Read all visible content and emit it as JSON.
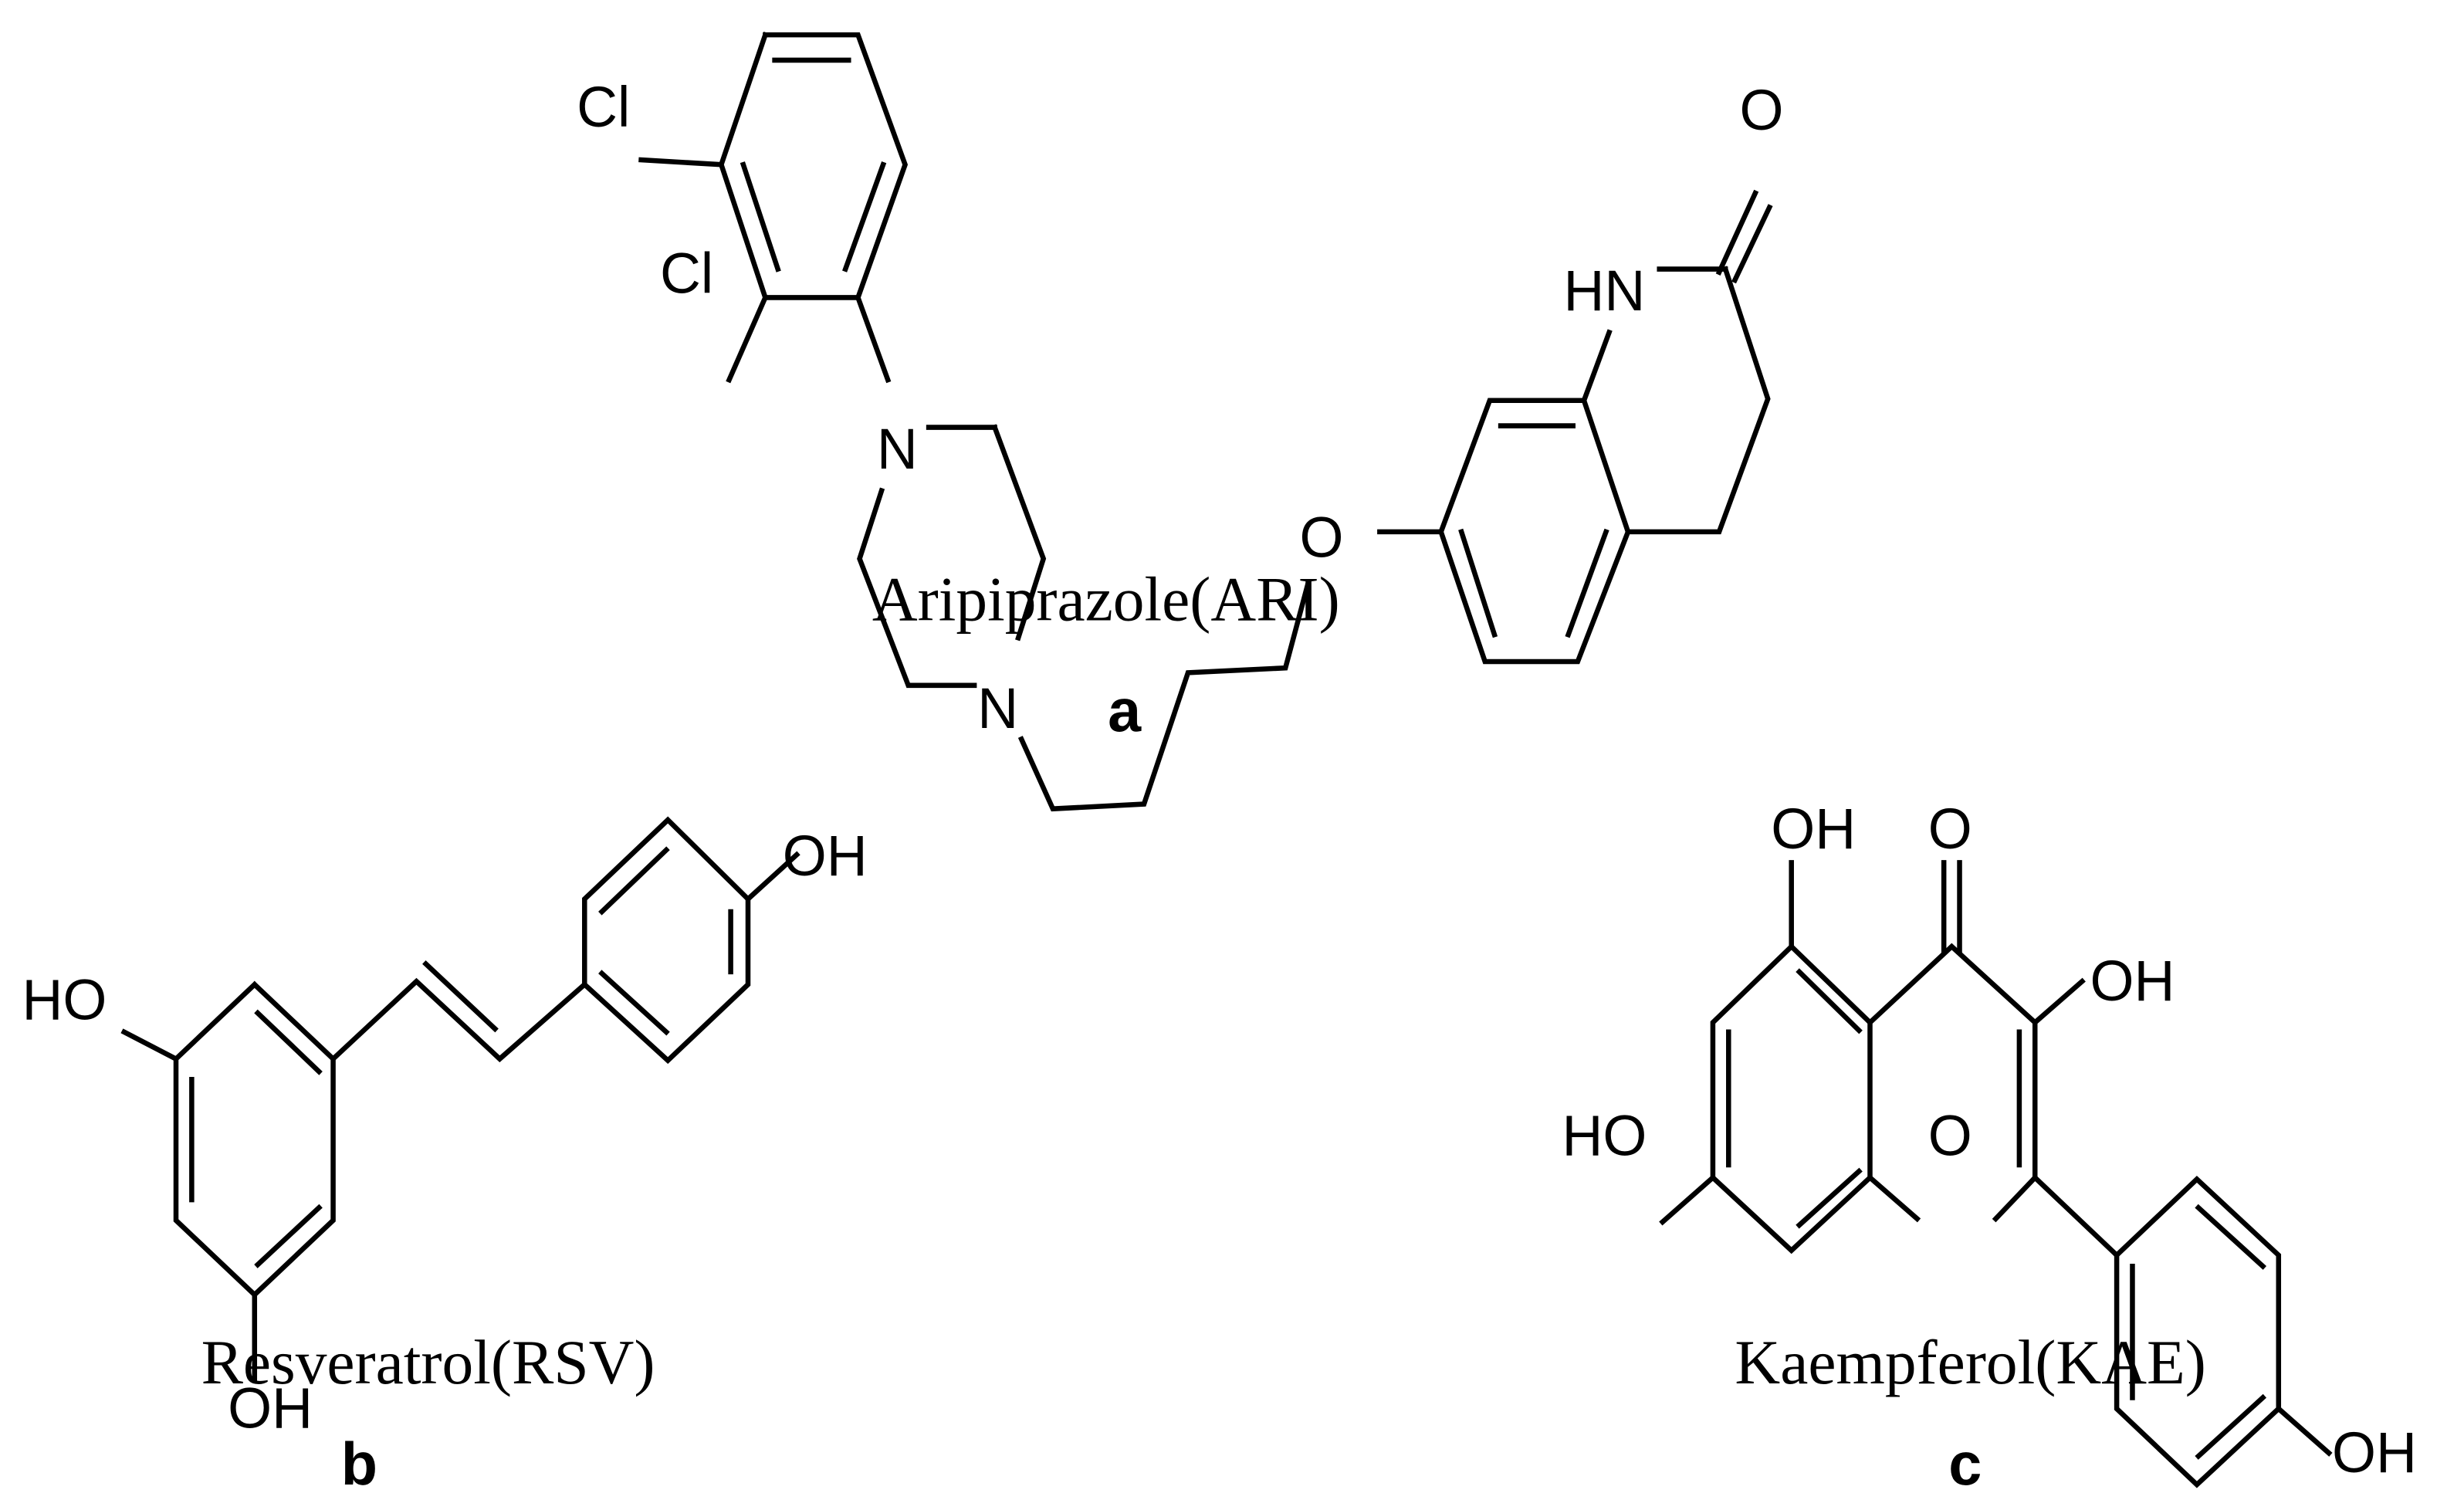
{
  "figure": {
    "panels": [
      {
        "label": "a",
        "compound_name": "Aripiprazole(ARI)",
        "atom_labels": [
          "Cl",
          "Cl",
          "N",
          "N",
          "O",
          "HN",
          "O"
        ]
      },
      {
        "label": "b",
        "compound_name": "Resveratrol(RSV)",
        "atom_labels": [
          "HO",
          "OH",
          "OH"
        ]
      },
      {
        "label": "c",
        "compound_name": "Kaempferol(KAE)",
        "atom_labels": [
          "OH",
          "O",
          "OH",
          "HO",
          "O",
          "OH"
        ]
      }
    ]
  },
  "colors": {
    "background": "#ffffff",
    "ink": "#000000"
  }
}
